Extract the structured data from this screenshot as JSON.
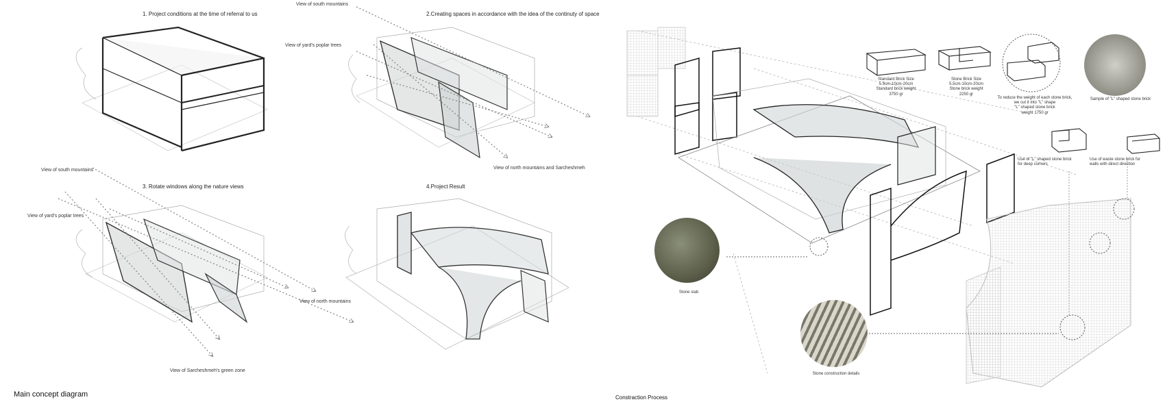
{
  "left": {
    "caption": "Main concept diagram",
    "panels": [
      {
        "title": "1. Project conditions at the time of referral to us"
      },
      {
        "title": "2.Creating spaces in accordance with the idea of the continuty  of space"
      },
      {
        "title": "3. Rotate windows along the nature views"
      },
      {
        "title": "4.Project Result"
      }
    ],
    "view_labels": {
      "p2_south": "View of south mountains",
      "p2_poplar": "View of yard's poplar trees",
      "p2_north": "View of north mountains and Sarcheshmeh",
      "p3_south": "View of south mountains",
      "p3_poplar": "View of yard's poplar trees",
      "p3_north": "View of north mountains",
      "p3_green": "View of Sarcheshmeh's green zone"
    }
  },
  "right": {
    "caption": "Constraction Process",
    "brick_std": "Standard Brick Size\n5.5cm-10cm-20cm\nStandard brick weight\n3750 gr",
    "brick_stone": "Stone Brick Size\n5.5cm-10cm-20cm\nStone brick weight\n2250 gr",
    "brick_l_note": "To reduce the weight of each stone brick,\nwe cut it into \"L\" shape\n\"L\" shaped stone brick\nweight 1750 gr",
    "sample_label": "Sample of \"L\" shaped stone brick",
    "l_use": "Use of \"L\" shaped stone brick\nfor deep corners",
    "waste_use": "Use  of  waste  stone  brick  for\nwalls with direct direction",
    "stone_slab": "Stone slab",
    "stone_details": "Stone construction details"
  }
}
